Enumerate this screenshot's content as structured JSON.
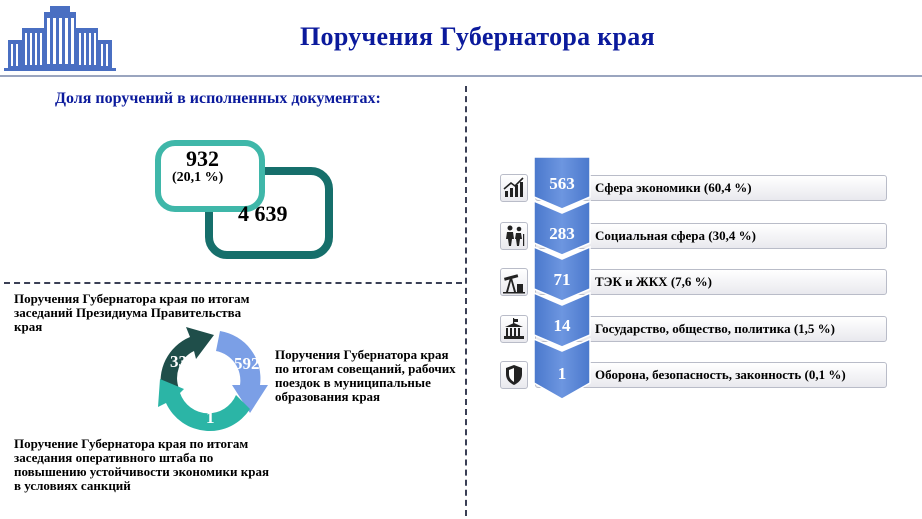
{
  "header": {
    "title": "Поручения Губернатора края",
    "logo_icon": "government-building-icon"
  },
  "share": {
    "title": "Доля поручений в исполненных документах:",
    "part_value": "932",
    "part_percent": "(20,1 %)",
    "total_value": "4 639",
    "colors": {
      "light": "#3fb7a9",
      "dark": "#166f6b"
    }
  },
  "sources": {
    "items": [
      {
        "value": "339",
        "label": "Поручения Губернатора края по итогам заседаний Президиума Правительства края",
        "color": "#1f4e4a"
      },
      {
        "value": "592",
        "label": "Поручения Губернатора края по итогам совещаний, рабочих поездок в муниципальные образования края",
        "color": "#7b9fe6"
      },
      {
        "value": "1",
        "label": "Поручение Губернатора края по итогам заседания оперативного штаба по повышению устойчивости экономики края в условиях санкций",
        "color": "#2bb5a6"
      }
    ]
  },
  "spheres": {
    "chevron_color": "#5b86d6",
    "items": [
      {
        "value": "563",
        "label": "Сфера экономики (60,4 %)",
        "icon": "growth-chart-icon"
      },
      {
        "value": "283",
        "label": "Социальная сфера (30,4 %)",
        "icon": "elderly-people-icon"
      },
      {
        "value": "71",
        "label": "ТЭК и ЖКХ (7,6 %)",
        "icon": "oil-pump-icon"
      },
      {
        "value": "14",
        "label": "Государство, общество, политика (1,5 %)",
        "icon": "government-building-icon"
      },
      {
        "value": "1",
        "label": "Оборона, безопасность, законность (0,1 %)",
        "icon": "shield-icon"
      }
    ]
  }
}
